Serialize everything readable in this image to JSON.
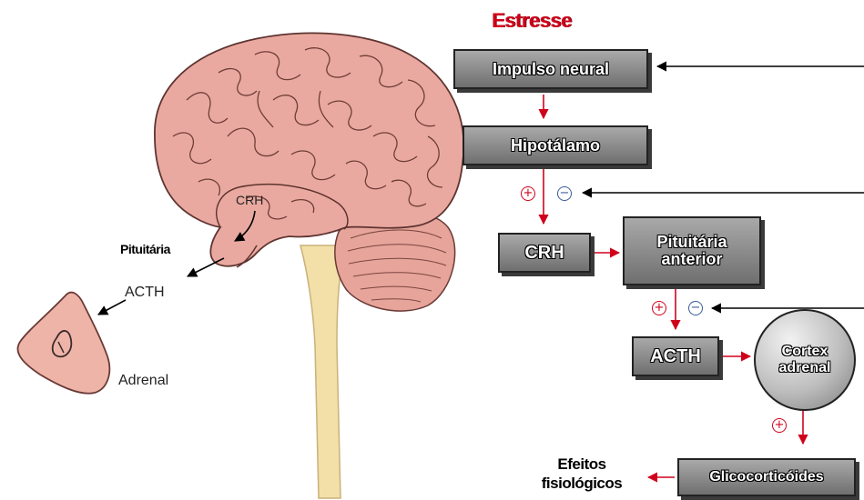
{
  "title": "Estresse",
  "flow": {
    "impulso": "Impulso neural",
    "hipotalamo": "Hipotálamo",
    "crh": "CRH",
    "pituitaria_anterior": "Pituitária anterior",
    "acth": "ACTH",
    "cortex_adrenal": "Cortex adrenal",
    "glicocorticoides": "Glicocorticóides",
    "efeitos": "Efeitos fisiológicos"
  },
  "anatomy": {
    "crh": "CRH",
    "pituitaria": "Pituitária",
    "acth": "ACTH",
    "adrenal": "Adrenal"
  },
  "signs": {
    "plus": "+",
    "minus": "−"
  },
  "colors": {
    "title": "#d0021b",
    "arrow_red": "#d0021b",
    "arrow_black": "#000000",
    "brain": "#e8a9a0",
    "adrenal": "#eeb4a8"
  }
}
